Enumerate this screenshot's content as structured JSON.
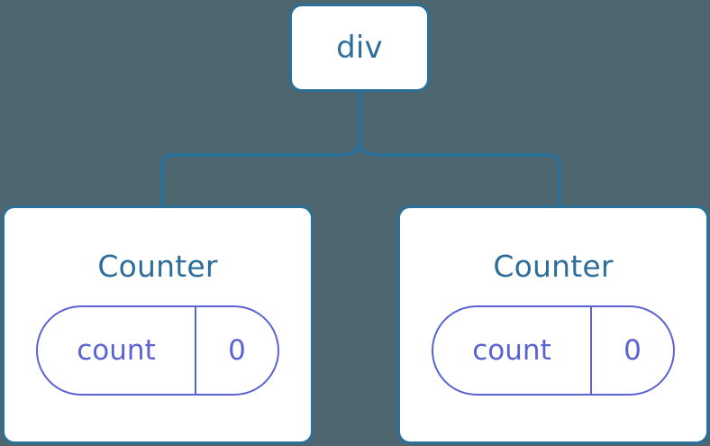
{
  "diagram": {
    "type": "component-tree",
    "background_color": "#4d6670",
    "node_fill_color": "#ffffff",
    "node_border_color": "#2b7099",
    "node_label_color": "#2d6d9c",
    "state_accent_color": "#5b63d3",
    "connector_color": "#2b7099"
  },
  "root": {
    "label": "div"
  },
  "children": [
    {
      "title": "Counter",
      "state": {
        "key": "count",
        "value": "0"
      }
    },
    {
      "title": "Counter",
      "state": {
        "key": "count",
        "value": "0"
      }
    }
  ]
}
